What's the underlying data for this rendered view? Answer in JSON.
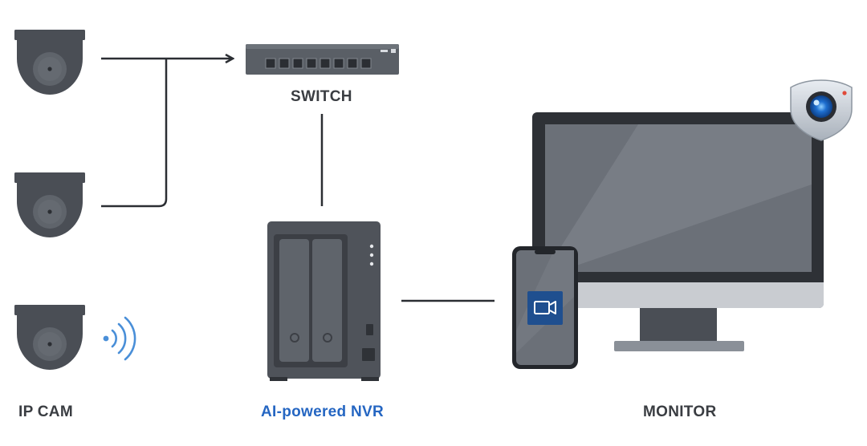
{
  "labels": {
    "switch": "SWITCH",
    "ip_cam": "IP CAM",
    "nvr": "AI-powered NVR",
    "monitor": "MONITOR"
  },
  "colors": {
    "device_dark": "#4a4e55",
    "device_mid": "#5f646b",
    "line": "#2b2e33",
    "accent_blue": "#2566c2",
    "wireless_blue": "#4a8fd8",
    "screen": "#6b7078",
    "shield_blue": "#1e6fd0"
  },
  "icons": {
    "camera": "dome-camera-icon",
    "wireless": "wireless-signal-icon",
    "switch": "network-switch-icon",
    "nvr": "nas-nvr-icon",
    "phone": "smartphone-icon",
    "app": "surveillance-app-icon",
    "monitor": "desktop-monitor-icon",
    "badge": "security-shield-icon"
  }
}
